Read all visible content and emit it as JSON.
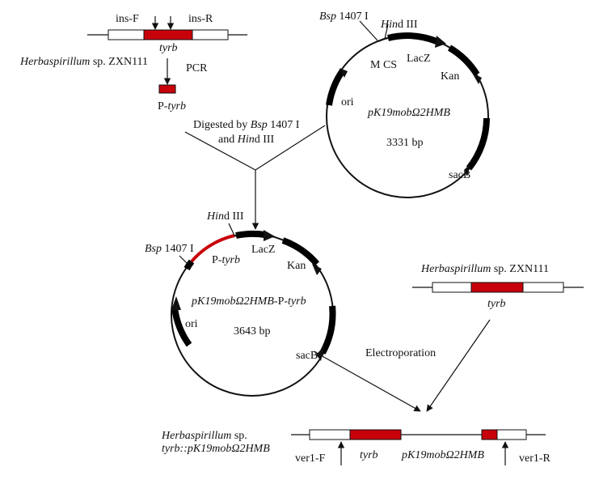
{
  "top_gene": {
    "primer_f": "ins-F",
    "primer_r": "ins-R",
    "gene": "tyrb",
    "organism_italic": "Herbaspirillum",
    "organism_rest": "sp. ZXN111",
    "step": "PCR",
    "product_prefix": "P-",
    "product_gene": "tyrb"
  },
  "digest": {
    "line1_prefix": "Digested by ",
    "line1_enzyme": "Bsp",
    "line1_suffix": " 1407 I",
    "line2_prefix": "and ",
    "line2_enzyme": "Hin",
    "line2_suffix": "d III"
  },
  "vector": {
    "site1_italic": "Bsp",
    "site1_rest": " 1407 I",
    "site2_italic": "Hin",
    "site2_rest": "d III",
    "mcs": "M CS",
    "lacz": "LacZ",
    "kan": "Kan",
    "ori": "ori",
    "name": "pK19mobΩ2HMB",
    "size": "3331 bp",
    "sacb": "sacB"
  },
  "recombinant": {
    "site_hind_italic": "Hin",
    "site_hind_rest": "d III",
    "site_bsp_italic": "Bsp",
    "site_bsp_rest": " 1407 I",
    "insert_prefix": "P-",
    "insert_gene": "tyrb",
    "lacz": "LacZ",
    "kan": "Kan",
    "ori": "ori",
    "name_italic": "pK19mobΩ2HMB",
    "name_rest": "-P-",
    "name_gene": "tyrb",
    "size": "3643 bp",
    "sacb": "sacB"
  },
  "right_gene": {
    "organism_italic": "Herbaspirillum",
    "organism_rest": "sp. ZXN111",
    "gene": "tyrb"
  },
  "electroporation": "Electroporation",
  "final": {
    "organism_italic": "Herbaspirillum",
    "organism_rest": "sp.",
    "genotype": "tyrb::pK19mobΩ2HMB",
    "primer_f": "ver1-F",
    "primer_r": "ver1-R",
    "gene": "tyrb",
    "vector": "pK19mobΩ2HMB"
  },
  "colors": {
    "insert_red": "#c8000a",
    "line": "#111111"
  }
}
